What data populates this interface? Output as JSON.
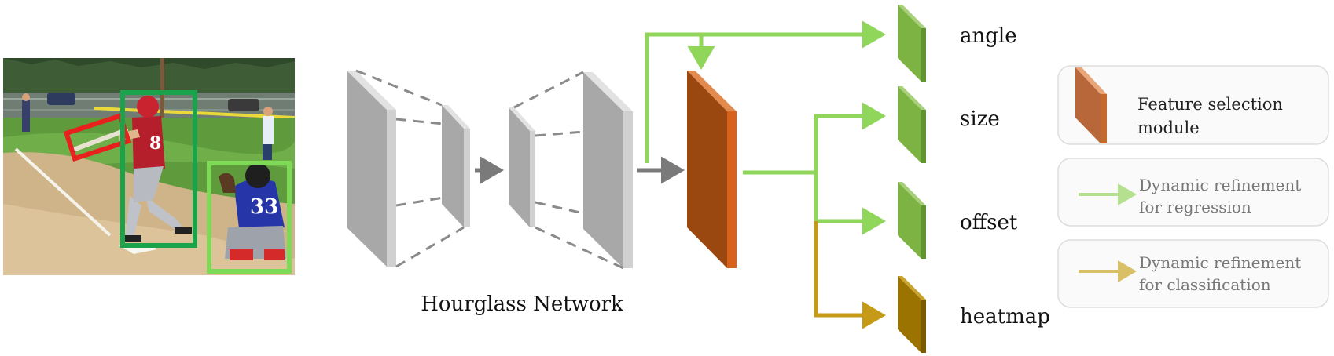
{
  "network_label": "Hourglass Network",
  "outputs": {
    "angle": "angle",
    "size": "size",
    "offset": "offset",
    "heatmap": "heatmap"
  },
  "legend": {
    "feature_selection": [
      "Feature selection",
      "module"
    ],
    "regression": [
      "Dynamic refinement",
      "for regression"
    ],
    "classification": [
      "Dynamic refinement",
      "for classification"
    ]
  },
  "photo": {
    "batter_number": "8",
    "catcher_number": "33",
    "box_colors": {
      "bat": "#e8201e",
      "batter": "#1aa34a",
      "catcher": "#7ed957"
    }
  },
  "colors": {
    "regression_arrow": "#8fd65a",
    "classification_arrow": "#c49a17",
    "feature_module_front": "#9a4710",
    "feature_module_side": "#d8621a",
    "feature_module_top": "#e38a4f",
    "regression_block": "#7cb342",
    "classification_block": "#9a7300",
    "gray_block_front": "#a8a8a8",
    "gray_arrow": "#7a7a7a"
  }
}
